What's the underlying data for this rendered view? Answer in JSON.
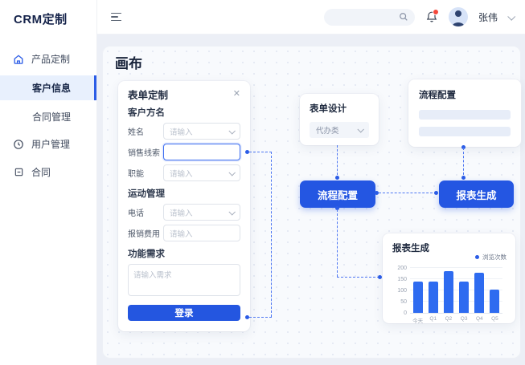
{
  "app": {
    "title": "CRM定制"
  },
  "header": {
    "search_placeholder": "",
    "user_name": "张伟",
    "has_unread_notification": true
  },
  "sidebar": {
    "items": [
      {
        "label": "产品定制",
        "icon": "home-icon",
        "selected": false,
        "indent": false
      },
      {
        "label": "客户信息",
        "icon": "",
        "selected": true,
        "indent": true
      },
      {
        "label": "合同管理",
        "icon": "",
        "selected": false,
        "indent": true
      },
      {
        "label": "用户管理",
        "icon": "clock-icon",
        "selected": false,
        "indent": false
      },
      {
        "label": "合同",
        "icon": "document-icon",
        "selected": false,
        "indent": false
      }
    ]
  },
  "canvas": {
    "title": "画布"
  },
  "form_panel": {
    "title": "表单定制",
    "close_icon": "✕",
    "sections": {
      "customer": "客户方名",
      "activity": "运动管理",
      "feature": "功能需求"
    },
    "fields": {
      "name": {
        "label": "姓名",
        "placeholder": "请输入"
      },
      "lead": {
        "label": "销售线索",
        "value": ""
      },
      "role": {
        "label": "职能",
        "placeholder": "请输入"
      },
      "phone": {
        "label": "电话",
        "placeholder": "请输入"
      },
      "expense": {
        "label": "报销费用",
        "placeholder": "请输入"
      }
    },
    "textarea_placeholder": "请输入需求",
    "submit_label": "登录"
  },
  "nodes": {
    "form_design": {
      "title": "表单设计",
      "select_value": "代办类"
    },
    "process_config_card": {
      "title": "流程配置"
    },
    "process_config_button": {
      "label": "流程配置"
    },
    "report_button": {
      "label": "报表生成"
    },
    "report_card": {
      "title": "报表生成"
    }
  },
  "chart_data": {
    "type": "bar",
    "title": "报表生成",
    "legend": [
      "浏览次数"
    ],
    "legend_position": "top-right",
    "categories": [
      "今天",
      "Q1",
      "Q2",
      "Q3",
      "Q4",
      "Q5"
    ],
    "values": [
      140,
      138,
      185,
      140,
      180,
      105
    ],
    "yticks": [
      0,
      50,
      100,
      150,
      200
    ],
    "ylim": [
      0,
      200
    ],
    "grid": true,
    "bar_color": "#2e6bf0"
  },
  "colors": {
    "accent": "#2b5ce6",
    "button": "#2456e2",
    "bar": "#2e6bf0",
    "selected_bg": "#e8f0fd",
    "badge": "#f5483b",
    "canvas_bg": "#f8fafd"
  }
}
